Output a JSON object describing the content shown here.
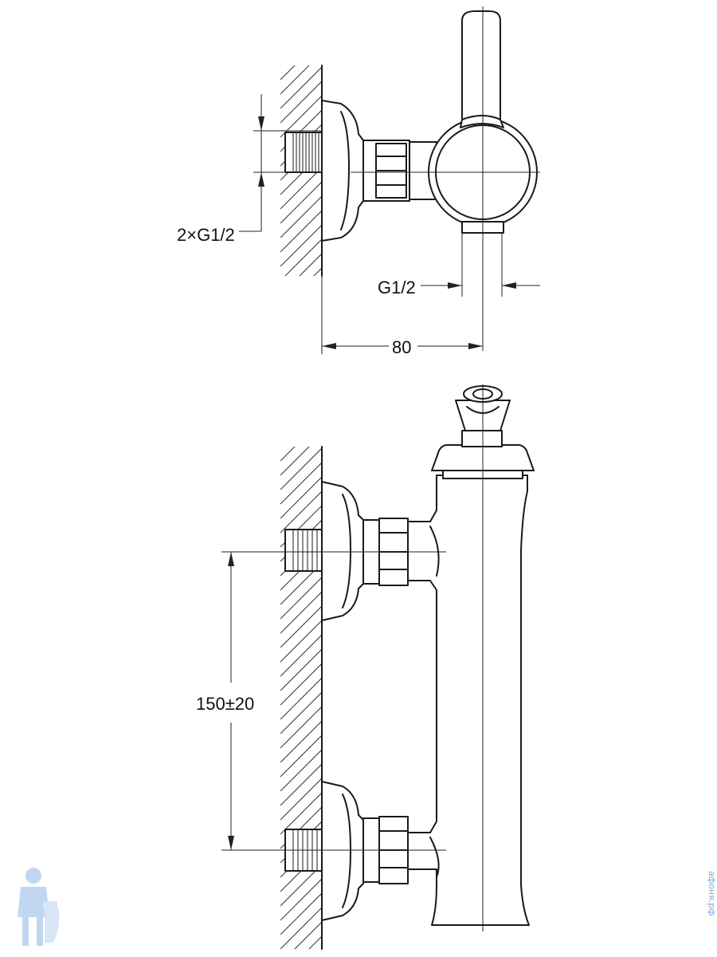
{
  "dimensions": {
    "inlet_thread": "2×G1/2",
    "outlet_thread": "G1/2",
    "projection": "80",
    "inlet_spacing": "150±20"
  },
  "watermark": "афоня.рф",
  "colors": {
    "line": "#1a1a1a",
    "watermark": "#7aa7d8"
  },
  "icons": {
    "logo": "plumber-mascot-icon"
  }
}
